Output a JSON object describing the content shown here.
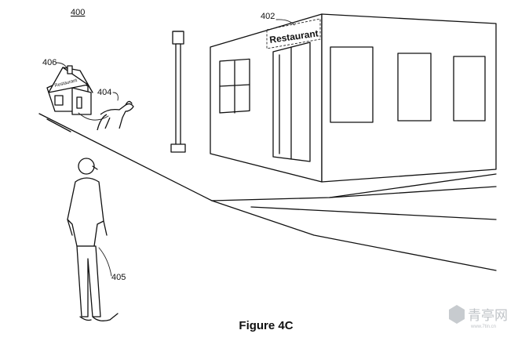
{
  "figure": {
    "number_label": "400",
    "caption": "Figure 4C"
  },
  "labels": {
    "sign_ref": "402",
    "dog_ref": "404",
    "person_ref": "405",
    "house_ref": "406"
  },
  "building": {
    "sign_text": "Restaurant"
  },
  "house": {
    "sign_text": "Restaurant"
  },
  "watermark": {
    "text": "青亭网",
    "url": "www.7tin.cn"
  }
}
